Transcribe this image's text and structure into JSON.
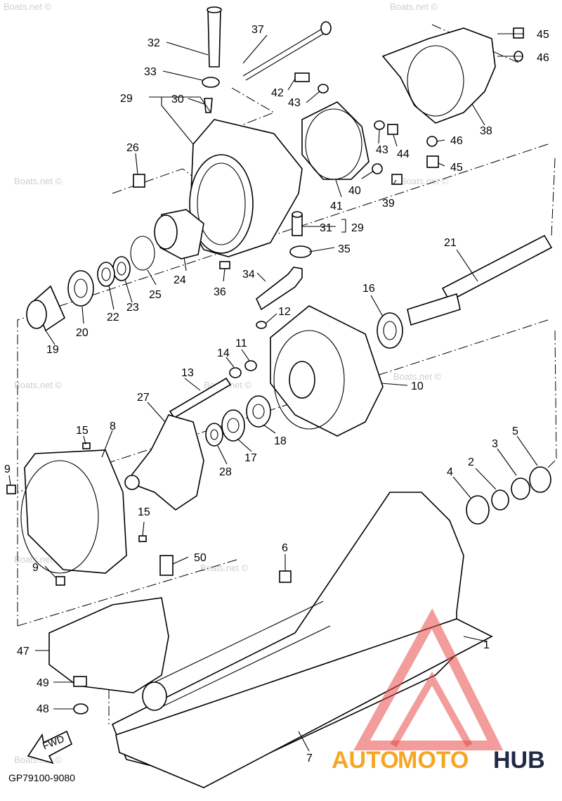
{
  "diagram_code": "GP79100-9080",
  "fwd_label": "FWD",
  "watermark": "Boats.net ©",
  "brand": {
    "part1": "AUTO",
    "part2": "MOTO",
    "part3": "HUB",
    "color1": "#f5a623",
    "color2": "#f5a623",
    "color3": "#1f2a44",
    "logo_color": "#e84a4a"
  },
  "callouts": {
    "c1": "1",
    "c2": "2",
    "c3": "3",
    "c4": "4",
    "c5": "5",
    "c6": "6",
    "c7": "7",
    "c8": "8",
    "c9a": "9",
    "c9b": "9",
    "c10": "10",
    "c11": "11",
    "c12": "12",
    "c13": "13",
    "c14": "14",
    "c15a": "15",
    "c15b": "15",
    "c16": "16",
    "c17": "17",
    "c18": "18",
    "c19": "19",
    "c20": "20",
    "c21": "21",
    "c22": "22",
    "c23": "23",
    "c24": "24",
    "c25": "25",
    "c26": "26",
    "c27": "27",
    "c28": "28",
    "c29a": "29",
    "c29b": "29",
    "c30": "30",
    "c31": "31",
    "c32": "32",
    "c33": "33",
    "c34": "34",
    "c35": "35",
    "c36": "36",
    "c37": "37",
    "c38": "38",
    "c39": "39",
    "c40": "40",
    "c41": "41",
    "c42": "42",
    "c43a": "43",
    "c43b": "43",
    "c44": "44",
    "c45a": "45",
    "c45b": "45",
    "c46a": "46",
    "c46b": "46",
    "c47": "47",
    "c48": "48",
    "c49": "49",
    "c50": "50"
  }
}
